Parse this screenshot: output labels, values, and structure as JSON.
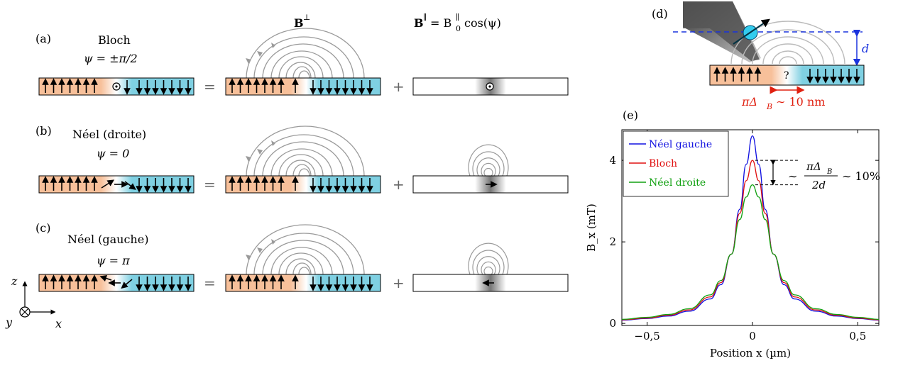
{
  "colors": {
    "up_domain": "#f7c09a",
    "down_domain": "#7fd0e2",
    "dipole": "#33ccee",
    "dist": "#1a33dd",
    "width": "#e02010",
    "field_line": "#9a9a9a"
  },
  "panels": {
    "a": {
      "tag": "(a)",
      "name": "Bloch",
      "psi": "ψ = ±π/2"
    },
    "b": {
      "tag": "(b)",
      "name": "Néel (droite)",
      "psi": "ψ = 0"
    },
    "c": {
      "tag": "(c)",
      "name": "Néel (gauche)",
      "psi": "ψ = π"
    },
    "d": {
      "tag": "(d)",
      "question": "?",
      "dist_label": "d",
      "width_label": "πΔ",
      "width_sub": "B",
      "width_value": "∼ 10 nm"
    },
    "e": {
      "tag": "(e)"
    }
  },
  "headers": {
    "b_perp": "B",
    "b_perp_sup": "⊥",
    "b_par": "B",
    "b_par_sup": "∥",
    "b_par_eq": "= B",
    "b_par_sub": "0",
    "b_par_tail": "cos(ψ)"
  },
  "ops": {
    "equals": "=",
    "plus": "+"
  },
  "axes_glyph": {
    "z": "z",
    "y": "y",
    "x": "x"
  },
  "chart_data": {
    "type": "line",
    "xlabel": "Position x (µm)",
    "ylabel": "B_x (mT)",
    "xlim": [
      -0.62,
      0.6
    ],
    "ylim": [
      -0.05,
      4.75
    ],
    "xticks": [
      -0.5,
      0,
      0.5
    ],
    "xtick_labels": [
      "−0,5",
      "0",
      "0,5"
    ],
    "yticks": [
      0,
      2,
      4
    ],
    "ytick_labels": [
      "0",
      "2",
      "4"
    ],
    "legend_position": "top-left",
    "series": [
      {
        "name": "Néel gauche",
        "color": "#1010e0",
        "x": [
          -0.62,
          -0.5,
          -0.4,
          -0.3,
          -0.2,
          -0.15,
          -0.1,
          -0.06,
          -0.03,
          0,
          0.03,
          0.06,
          0.1,
          0.15,
          0.2,
          0.3,
          0.4,
          0.5,
          0.6
        ],
        "y": [
          0.08,
          0.12,
          0.18,
          0.3,
          0.6,
          0.95,
          1.7,
          2.8,
          3.9,
          4.6,
          3.9,
          2.8,
          1.7,
          0.95,
          0.6,
          0.3,
          0.18,
          0.12,
          0.08
        ]
      },
      {
        "name": "Bloch",
        "color": "#e01010",
        "x": [
          -0.62,
          -0.5,
          -0.4,
          -0.3,
          -0.2,
          -0.15,
          -0.1,
          -0.06,
          -0.03,
          0,
          0.03,
          0.06,
          0.1,
          0.15,
          0.2,
          0.3,
          0.4,
          0.5,
          0.6
        ],
        "y": [
          0.09,
          0.13,
          0.2,
          0.33,
          0.65,
          1.0,
          1.7,
          2.7,
          3.5,
          4.0,
          3.5,
          2.7,
          1.7,
          1.0,
          0.65,
          0.33,
          0.2,
          0.13,
          0.09
        ]
      },
      {
        "name": "Néel droite",
        "color": "#10a010",
        "x": [
          -0.62,
          -0.5,
          -0.4,
          -0.3,
          -0.2,
          -0.15,
          -0.1,
          -0.06,
          -0.03,
          0,
          0.03,
          0.06,
          0.1,
          0.15,
          0.2,
          0.3,
          0.4,
          0.5,
          0.6
        ],
        "y": [
          0.1,
          0.15,
          0.22,
          0.36,
          0.7,
          1.05,
          1.7,
          2.55,
          3.1,
          3.4,
          3.1,
          2.55,
          1.7,
          1.05,
          0.7,
          0.36,
          0.22,
          0.15,
          0.1
        ]
      }
    ],
    "annotation": {
      "prefix": "∼",
      "num": "πΔ",
      "num_sub": "B",
      "den": "2d",
      "suffix": "∼ 10%",
      "y_top": 4.0,
      "y_bottom": 3.4
    }
  }
}
